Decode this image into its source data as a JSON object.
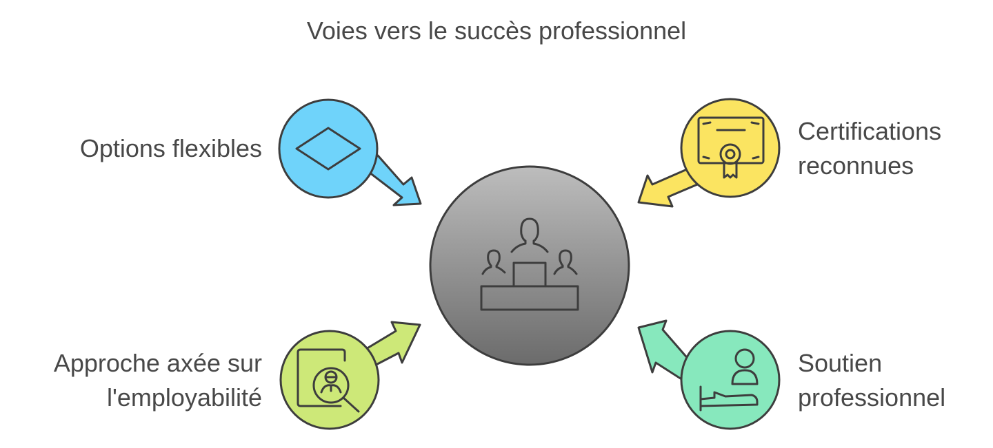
{
  "title": "Voies vers le succès professionnel",
  "center": {
    "icon": "podium-people-icon",
    "color_top": "#b8b8b8",
    "color_bottom": "#6e6e6e"
  },
  "nodes": [
    {
      "id": "options",
      "label": "Options flexibles",
      "icon": "diamond-icon",
      "color": "#6fd3fa"
    },
    {
      "id": "certifications",
      "label_line1": "Certifications",
      "label_line2": "reconnues",
      "icon": "certificate-icon",
      "color": "#fbe461"
    },
    {
      "id": "employabilite",
      "label_line1": "Approche axée sur",
      "label_line2": "l'employabilité",
      "icon": "candidate-search-icon",
      "color": "#cde878"
    },
    {
      "id": "soutien",
      "label_line1": "Soutien",
      "label_line2": "professionnel",
      "icon": "support-person-icon",
      "color": "#87e8bd"
    }
  ]
}
